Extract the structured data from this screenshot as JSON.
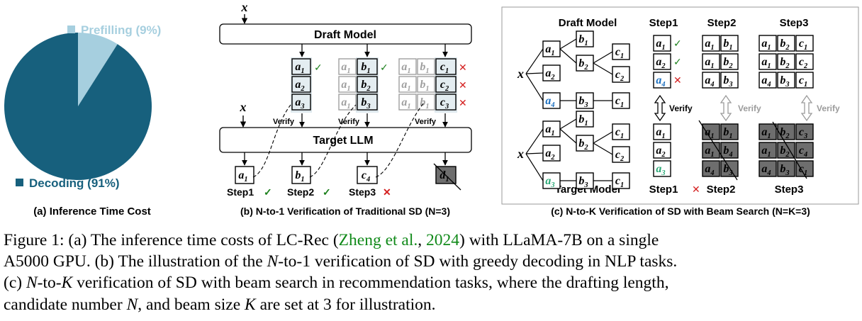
{
  "panel_a": {
    "legend_prefill": "Prefilling (9%)",
    "legend_decode": "Decoding (91%)",
    "caption": "(a) Inference Time Cost",
    "chart_data": {
      "type": "pie",
      "categories": [
        "Prefilling",
        "Decoding"
      ],
      "values": [
        9,
        91
      ],
      "colors": [
        "#a6cfdf",
        "#17607d"
      ]
    }
  },
  "panel_b": {
    "x_top": "x",
    "draft_model": "Draft Model",
    "target_llm": "Target LLM",
    "x_left": "x",
    "verify": "Verify",
    "tok_a1": "a1",
    "tok_a2": "a2",
    "tok_a3": "a3",
    "tok_b1": "b1",
    "tok_b2": "b2",
    "tok_b3": "b3",
    "tok_c1": "c1",
    "tok_c2": "c2",
    "tok_c3": "c3",
    "out_a1": "a1",
    "out_b1": "b1",
    "out_c4": "c4",
    "out_d1": "d1",
    "step1": "Step1",
    "step2": "Step2",
    "step3": "Step3",
    "caption": "(b) N-to-1 Verification of Traditional SD (N=3)"
  },
  "panel_c": {
    "draft_model": "Draft Model",
    "target_model": "Target Model",
    "x_label": "x",
    "verify": "Verify",
    "step1": "Step1",
    "step2": "Step2",
    "step3": "Step3",
    "step1_bottom": "Step1",
    "step2_bottom": "Step2",
    "step3_bottom": "Step3",
    "draft_tree": {
      "l1": [
        "a1",
        "a2",
        "a4"
      ],
      "l2": [
        "b1",
        "b2",
        "b3"
      ],
      "l3": [
        "c1",
        "c2",
        "c1"
      ]
    },
    "target_tree": {
      "l1": [
        "a1",
        "a2",
        "a3"
      ],
      "l2": [
        "b1",
        "b2",
        "b3"
      ],
      "l3": [
        "c1",
        "c2",
        "c1"
      ]
    },
    "step1_draft": [
      "a1",
      "a2",
      "a4"
    ],
    "step2_draft": [
      [
        "a1",
        "b1"
      ],
      [
        "a1",
        "b2"
      ],
      [
        "a4",
        "b3"
      ]
    ],
    "step3_draft": [
      [
        "a1",
        "b2",
        "c1"
      ],
      [
        "a1",
        "b2",
        "c2"
      ],
      [
        "a4",
        "b3",
        "c1"
      ]
    ],
    "step1_target": [
      "a1",
      "a2",
      "a3"
    ],
    "step2_target": [
      [
        "a1",
        "b1"
      ],
      [
        "a1",
        "b4"
      ],
      [
        "a4",
        "b3"
      ]
    ],
    "step3_target": [
      [
        "a1",
        "b2",
        "c3"
      ],
      [
        "a1",
        "b2",
        "c4"
      ],
      [
        "a4",
        "b3",
        "c1"
      ]
    ],
    "caption": "(c) N-to-K Verification of SD with Beam Search (N=K=3)"
  },
  "caption": {
    "l1_a": "Figure 1: (a) The inference time costs of LC-Rec (",
    "l1_cite": "Zheng et al.",
    "l1_b": ", ",
    "l1_year": "2024",
    "l1_c": ") with LLaMA-7B on a single",
    "l2_a": "A5000 GPU. (b) The illustration of the ",
    "l2_n": "N",
    "l2_b": "-to-1 verification of SD with greedy decoding in NLP tasks.",
    "l3_a": "(c) ",
    "l3_n": "N",
    "l3_b": "-to-",
    "l3_k": "K",
    "l3_c": " verification of SD with beam search in recommendation tasks, where the drafting length,",
    "l4_a": "candidate number ",
    "l4_n": "N",
    "l4_b": ", and beam size ",
    "l4_k": "K",
    "l4_c": " are set at 3 for illustration."
  }
}
